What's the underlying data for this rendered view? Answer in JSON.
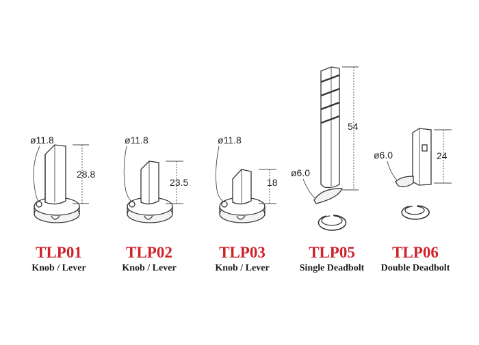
{
  "products": [
    {
      "code": "TLP01",
      "desc": "Knob / Lever",
      "dia": "ø11.8",
      "len": "28.8"
    },
    {
      "code": "TLP02",
      "desc": "Knob / Lever",
      "dia": "ø11.8",
      "len": "23.5"
    },
    {
      "code": "TLP03",
      "desc": "Knob / Lever",
      "dia": "ø11.8",
      "len": "18"
    },
    {
      "code": "TLP05",
      "desc": "Single Deadbolt",
      "dia": "ø6.0",
      "len": "54"
    },
    {
      "code": "TLP06",
      "desc": "Double Deadbolt",
      "dia": "ø6.0",
      "len": "24"
    }
  ],
  "colors": {
    "code": "#d0222b",
    "text": "#1a1a1a",
    "line": "#333333"
  }
}
